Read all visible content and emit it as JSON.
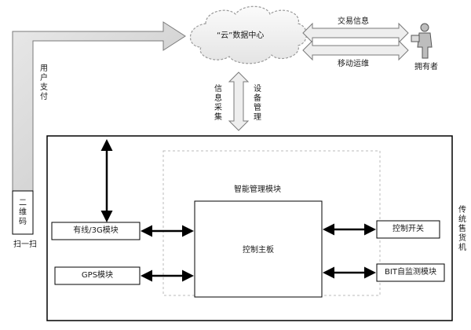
{
  "cloud": {
    "label": "“云”数据中心"
  },
  "owner": {
    "label": "拥有者"
  },
  "links": {
    "transaction_info": "交易信息",
    "mobile_ops": "移动运维",
    "info_collect": "信息采集",
    "device_mgmt": "设备管理",
    "user_pay": "用户支付"
  },
  "qr": {
    "box_label": "二维码",
    "scan_label": "扫一扫"
  },
  "machine": {
    "label": "传统售货机",
    "smart_module_label": "智能管理模块",
    "main_board": "控制主板",
    "modules": {
      "wired_3g": "有线/3G模块",
      "gps": "GPS模块",
      "control_switch": "控制开关",
      "bit_monitor": "BIT自监测模块"
    }
  }
}
